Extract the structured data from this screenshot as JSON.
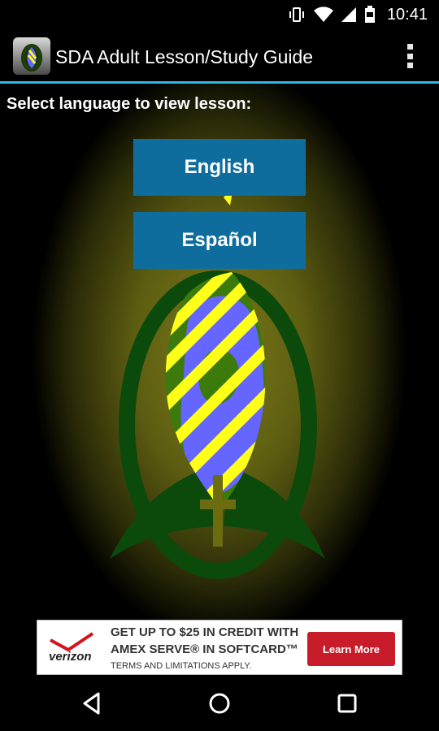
{
  "status_bar": {
    "time": "10:41",
    "icons": [
      "vibrate-icon",
      "wifi-icon",
      "signal-icon",
      "battery-icon"
    ]
  },
  "app_bar": {
    "title": "SDA Adult Lesson/Study Guide",
    "app_icon": "sda-logo-icon",
    "overflow_icon": "overflow-menu-icon"
  },
  "main": {
    "prompt": "Select language to view lesson:",
    "languages": [
      {
        "label": "English"
      },
      {
        "label": "Español"
      }
    ],
    "button_color": "#0f6d9d"
  },
  "ad": {
    "brand": "verizon",
    "line1": "GET UP TO $25 IN CREDIT WITH",
    "line2": "AMEX SERVE® IN SOFTCARD™",
    "line3": "TERMS AND LIMITATIONS APPLY.",
    "cta": "Learn More",
    "cta_color": "#c91c2a"
  },
  "nav_bar": {
    "back_icon": "back-icon",
    "home_icon": "home-icon",
    "recents_icon": "recents-icon"
  },
  "colors": {
    "accent": "#33b5e5",
    "logo_green": "#0b4a0b",
    "logo_yellow": "#ffff1a",
    "logo_blue": "#6565ff"
  }
}
